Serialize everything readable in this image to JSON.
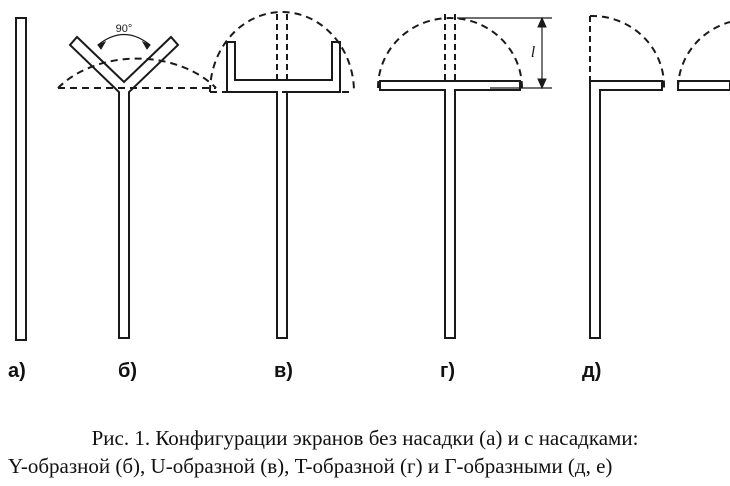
{
  "panels": [
    {
      "id": "a",
      "label": "а)"
    },
    {
      "id": "b",
      "label": "б)",
      "angle_label": "90°"
    },
    {
      "id": "v",
      "label": "в)"
    },
    {
      "id": "g",
      "label": "г)",
      "dimension_label": "l"
    },
    {
      "id": "d",
      "label": "д)"
    }
  ],
  "caption": {
    "line1": "Рис. 1. Конфигурации экранов без насадки (а) и с насадками:",
    "line2": "Y-образной (б), U-образной (в), T-образной (г) и Г-образными (д, е)"
  },
  "colors": {
    "stroke": "#1a1a1a",
    "background": "#ffffff"
  }
}
